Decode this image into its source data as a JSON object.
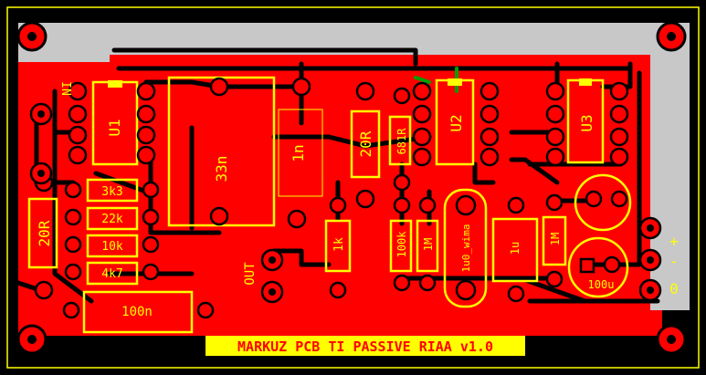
{
  "board": {
    "title": "MARKUZ PCB TI PASSIVE RIAA v1.0",
    "colors": {
      "copper": "#ff0000",
      "silk": "#ffff00",
      "ground_plane": "#c8c8c8",
      "background": "#000000",
      "via": "#00a000"
    }
  },
  "components": {
    "u1": "U1",
    "u2": "U2",
    "u3": "U3",
    "c33n": "33n",
    "c1n": "1n",
    "c100n": "100n",
    "c1u": "1u",
    "c1u_wima": "1u0_wima",
    "c100u": "100u",
    "r20r_left": "20R",
    "r20r_mid": "20R",
    "r3k3": "3k3",
    "r22k": "22k",
    "r10k": "10k",
    "r4k7": "4k7",
    "r1k": "1k",
    "r100k": "100k",
    "r681r": "681R",
    "r1m_a": "1M",
    "r1m_b": "1M"
  },
  "connectors": {
    "in": "IN",
    "out": "OUT",
    "plus": "+",
    "minus": "-",
    "zero": "0"
  }
}
